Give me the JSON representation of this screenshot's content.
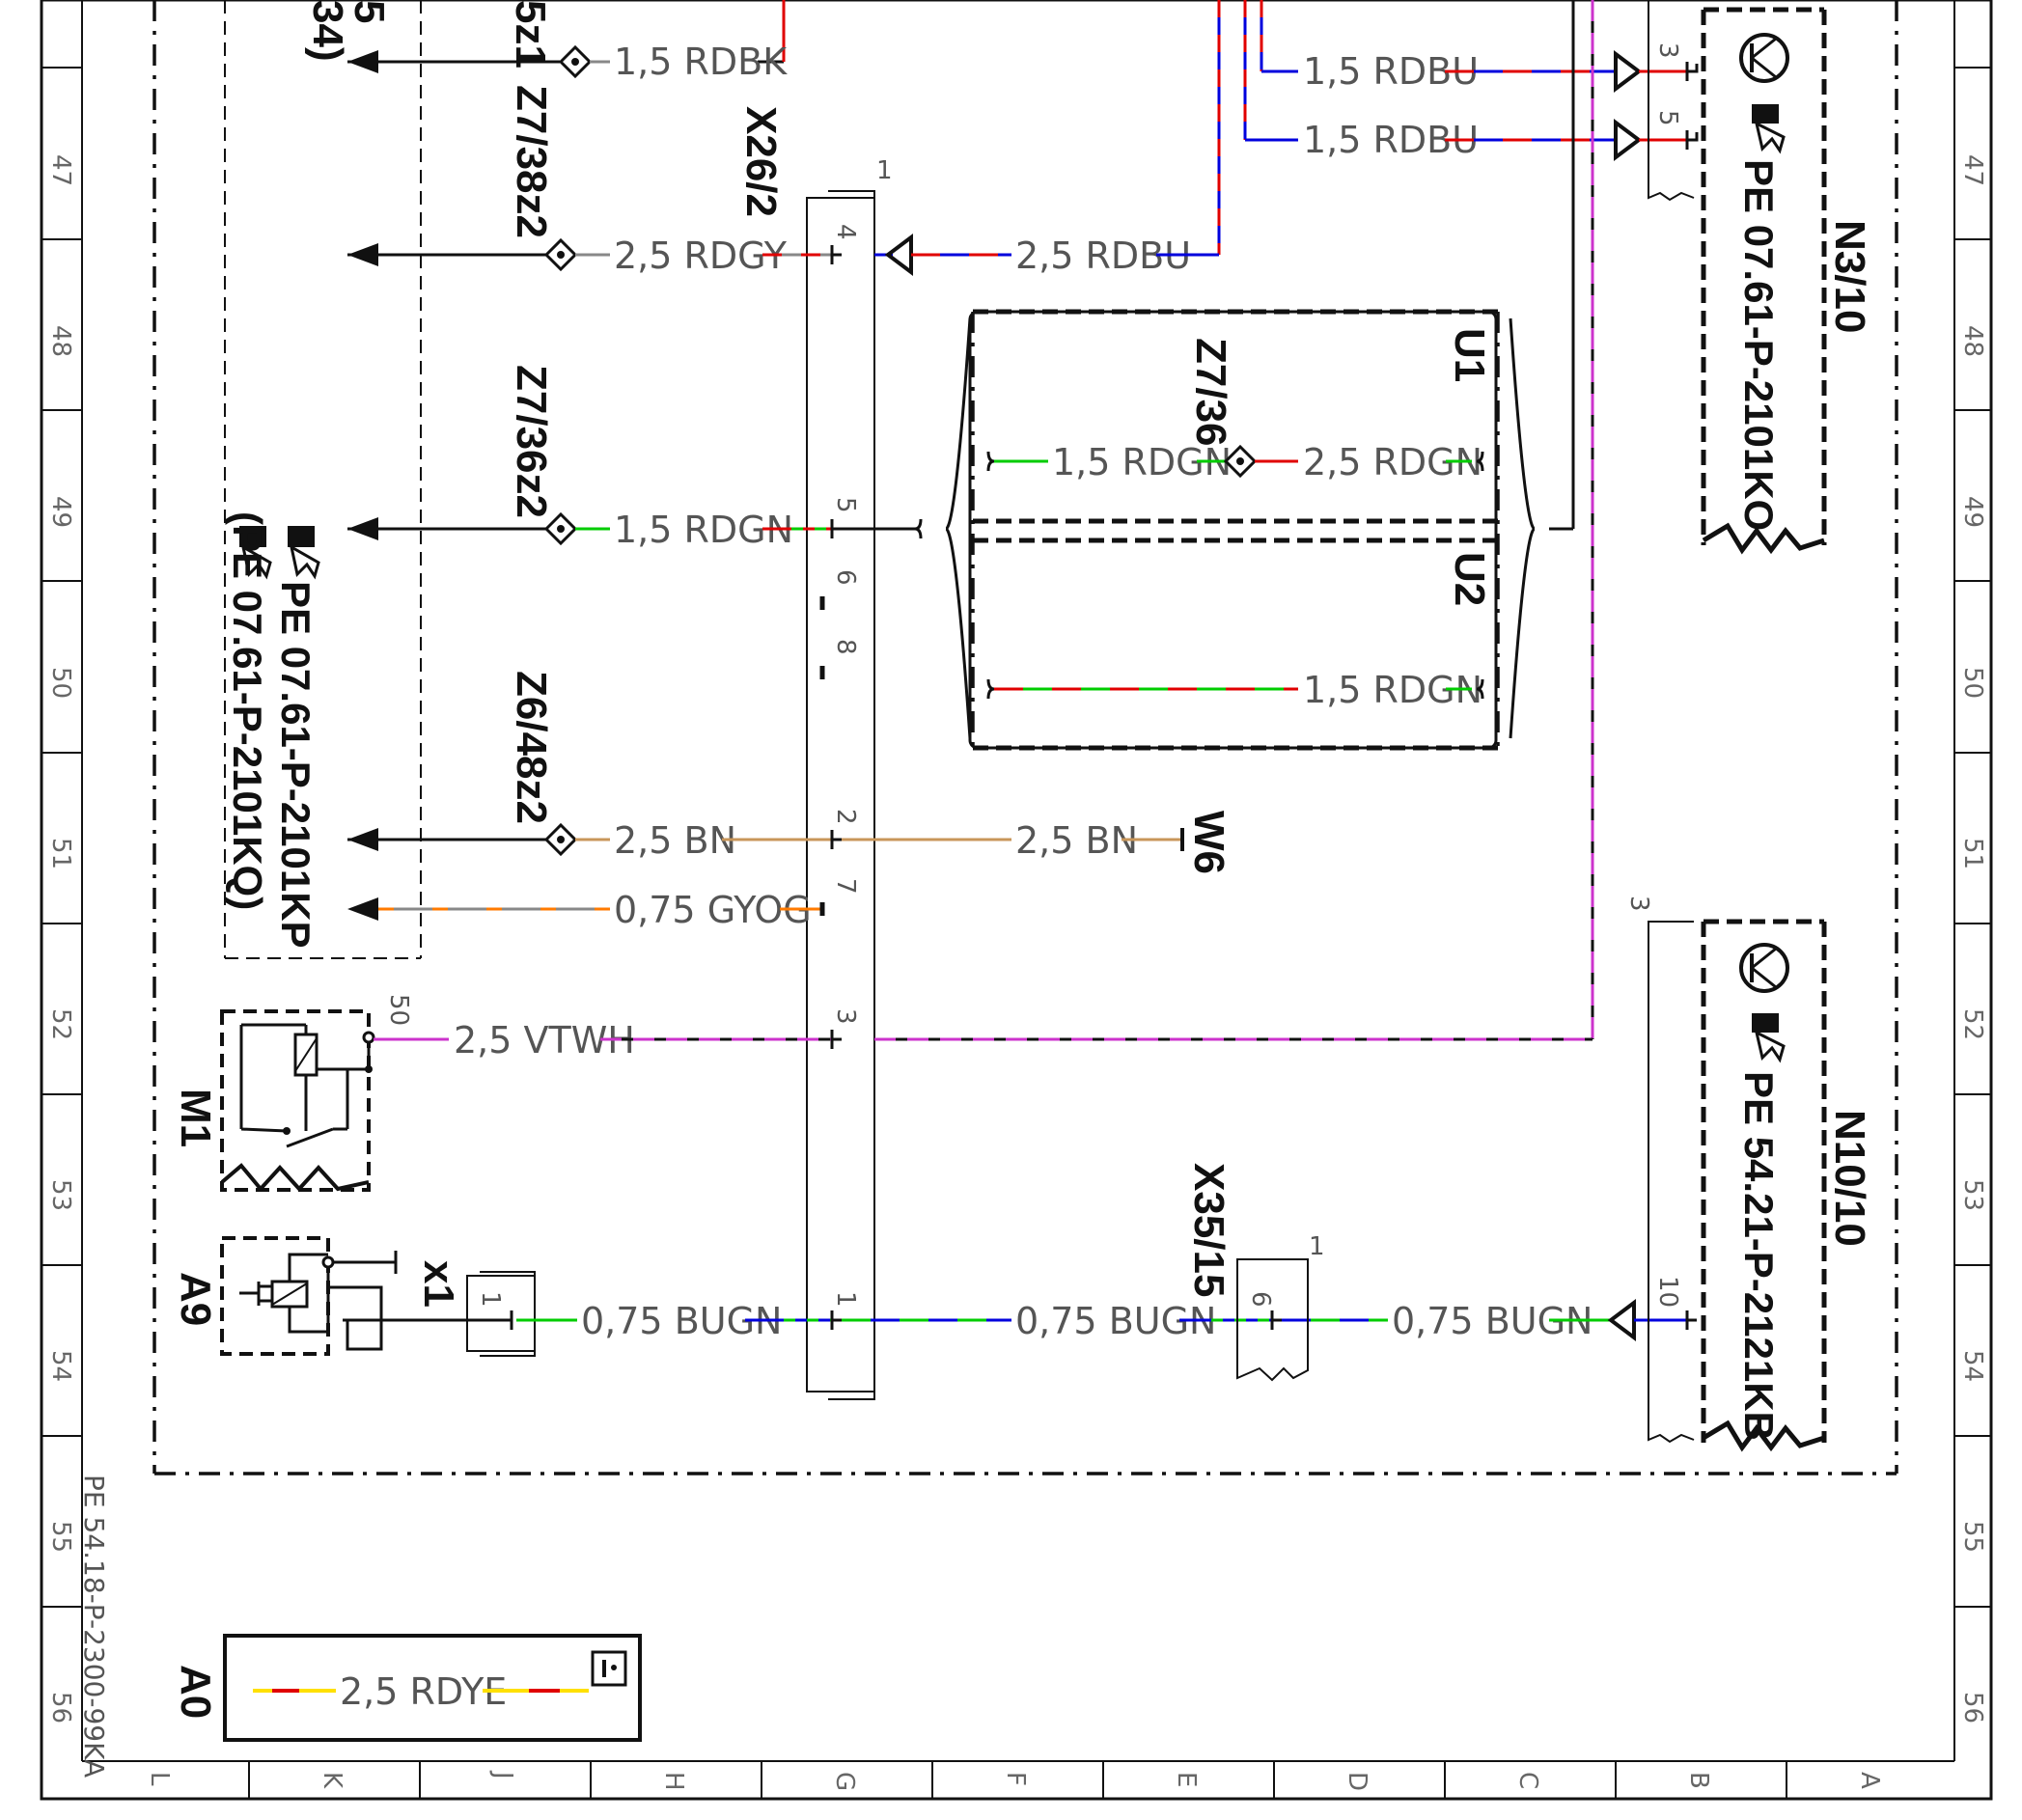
{
  "header": {
    "fragments": [
      "5",
      "34)",
      "5z1"
    ]
  },
  "row_numbers": [
    "47",
    "48",
    "49",
    "50",
    "51",
    "52",
    "53",
    "54",
    "55",
    "56"
  ],
  "col_letters": [
    "L",
    "K",
    "J",
    "H",
    "G",
    "F",
    "E",
    "D",
    "C",
    "B",
    "A"
  ],
  "splices": [
    {
      "id": "z7_38z2",
      "label": "Z7/38z2"
    },
    {
      "id": "z7_36z2",
      "label": "Z7/36z2"
    },
    {
      "id": "z6_48z2",
      "label": "Z6/48z2"
    },
    {
      "id": "z7_36",
      "label": "Z7/36"
    }
  ],
  "connectors": {
    "x26_2": "X26/2",
    "x35_15": "X35/15",
    "x1": "x1"
  },
  "components": {
    "n3_10": "N3/10",
    "n10_10": "N10/10",
    "u1": "U1",
    "u2": "U2",
    "m1": "M1",
    "a9": "A9",
    "w6": "W6",
    "a0": "A0"
  },
  "pe_refs": {
    "left_1": "PE 07.61-P-2101KP",
    "left_2": "(PE 07.61-P-2101KQ)",
    "n3_10": "PE 07.61-P-2101KO",
    "n10_10": "PE 54.21-P-2121KB",
    "sheet": "PE 54.18-P-2300-99KA"
  },
  "wires": [
    {
      "id": "rdbk",
      "label": "1,5 RDBK",
      "colors": [
        "#e00000",
        "#111111"
      ]
    },
    {
      "id": "rdbu_top1",
      "label": "1,5 RDBU",
      "colors": [
        "#e00000",
        "#0000dd"
      ]
    },
    {
      "id": "rdbu_top2",
      "label": "1,5 RDBU",
      "colors": [
        "#e00000",
        "#0000dd"
      ]
    },
    {
      "id": "rdgy",
      "label": "2,5 RDGY",
      "colors": [
        "#e00000",
        "#888888"
      ]
    },
    {
      "id": "rdbu_mid",
      "label": "2,5 RDBU",
      "colors": [
        "#e00000",
        "#0000dd"
      ]
    },
    {
      "id": "rdgn_u1a",
      "label": "1,5 RDGN",
      "colors": [
        "#e00000",
        "#00cc00"
      ]
    },
    {
      "id": "rdgn_u1b",
      "label": "2,5 RDGN",
      "colors": [
        "#e00000",
        "#00cc00"
      ]
    },
    {
      "id": "rdgn_left",
      "label": "1,5 RDGN",
      "colors": [
        "#e00000",
        "#00cc00"
      ]
    },
    {
      "id": "rdgn_u2",
      "label": "1,5 RDGN",
      "colors": [
        "#e00000",
        "#00cc00"
      ]
    },
    {
      "id": "bn_left",
      "label": "2,5 BN",
      "colors": [
        "#c8965a",
        "#c8965a"
      ]
    },
    {
      "id": "bn_right",
      "label": "2,5 BN",
      "colors": [
        "#c8965a",
        "#c8965a"
      ]
    },
    {
      "id": "gyog",
      "label": "0,75 GYOG",
      "colors": [
        "#888888",
        "#ff7a00"
      ]
    },
    {
      "id": "vtwh",
      "label": "2,5 VTWH",
      "colors": [
        "#cc33cc",
        "#111111"
      ]
    },
    {
      "id": "bugn_1",
      "label": "0,75 BUGN",
      "colors": [
        "#0000dd",
        "#00cc00"
      ]
    },
    {
      "id": "bugn_2",
      "label": "0,75 BUGN",
      "colors": [
        "#0000dd",
        "#00cc00"
      ]
    },
    {
      "id": "bugn_3",
      "label": "0,75 BUGN",
      "colors": [
        "#0000dd",
        "#00cc00"
      ]
    },
    {
      "id": "rdye",
      "label": "2,5 RDYE",
      "colors": [
        "#e00000",
        "#ffe000"
      ]
    }
  ],
  "pins": {
    "x26_1": "1",
    "x26_4": "4",
    "x26_5": "5",
    "x26_6": "6",
    "x26_8": "8",
    "x26_2": "2",
    "x26_7": "7",
    "x26_3": "3",
    "x26_bottom": "1",
    "n3_3": "3",
    "n3_5": "5",
    "n10_3": "3",
    "n10_10": "10",
    "x35_1": "1",
    "x35_6": "6",
    "x1_1": "1",
    "m1_50": "50"
  },
  "info_icon": "info-icon"
}
